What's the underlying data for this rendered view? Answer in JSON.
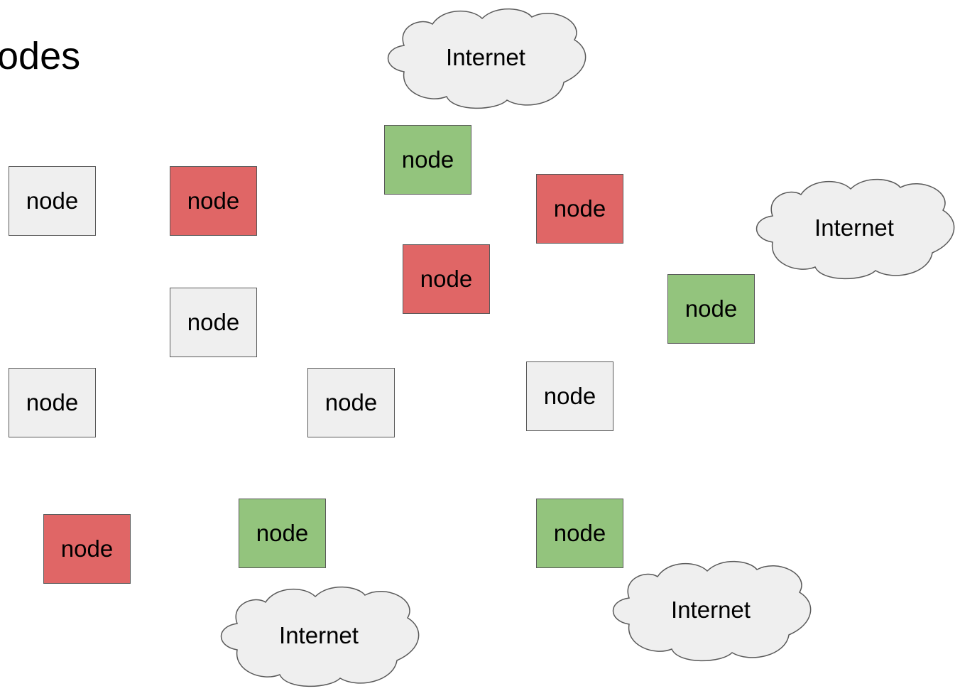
{
  "title": "odes",
  "colors": {
    "gray": "#efefef",
    "red": "#e06666",
    "green": "#93c47d",
    "border": "#595959",
    "cloud_fill": "#efefef"
  },
  "node_label": "node",
  "cloud_label": "Internet",
  "nodes": [
    {
      "id": "n1",
      "color": "gray",
      "label": "node"
    },
    {
      "id": "n2",
      "color": "red",
      "label": "node"
    },
    {
      "id": "n3",
      "color": "green",
      "label": "node"
    },
    {
      "id": "n4",
      "color": "red",
      "label": "node"
    },
    {
      "id": "n5",
      "color": "red",
      "label": "node"
    },
    {
      "id": "n6",
      "color": "gray",
      "label": "node"
    },
    {
      "id": "n7",
      "color": "green",
      "label": "node"
    },
    {
      "id": "n8",
      "color": "gray",
      "label": "node"
    },
    {
      "id": "n9",
      "color": "gray",
      "label": "node"
    },
    {
      "id": "n10",
      "color": "gray",
      "label": "node"
    },
    {
      "id": "n11",
      "color": "red",
      "label": "node"
    },
    {
      "id": "n12",
      "color": "green",
      "label": "node"
    },
    {
      "id": "n13",
      "color": "green",
      "label": "node"
    }
  ],
  "clouds": [
    {
      "id": "c1",
      "label": "Internet"
    },
    {
      "id": "c2",
      "label": "Internet"
    },
    {
      "id": "c3",
      "label": "Internet"
    },
    {
      "id": "c4",
      "label": "Internet"
    }
  ]
}
